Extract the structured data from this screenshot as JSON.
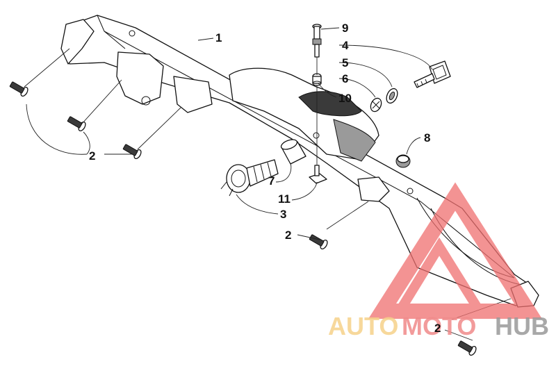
{
  "callouts": [
    {
      "id": "c1",
      "label": "1"
    },
    {
      "id": "c2a",
      "label": "2"
    },
    {
      "id": "c2b",
      "label": "2"
    },
    {
      "id": "c2c",
      "label": "2"
    },
    {
      "id": "c3",
      "label": "3"
    },
    {
      "id": "c4",
      "label": "4"
    },
    {
      "id": "c5",
      "label": "5"
    },
    {
      "id": "c6",
      "label": "6"
    },
    {
      "id": "c7",
      "label": "7"
    },
    {
      "id": "c8",
      "label": "8"
    },
    {
      "id": "c9",
      "label": "9"
    },
    {
      "id": "c10",
      "label": "10"
    },
    {
      "id": "c11",
      "label": "11"
    }
  ],
  "watermark": {
    "part1": "AUTO",
    "part2": "MOTO",
    "part3": "HUB",
    "colors": {
      "auto": "#f6d28a",
      "moto": "#f08a8a",
      "hub": "#9a9a9a",
      "logo": "#f07070"
    }
  }
}
